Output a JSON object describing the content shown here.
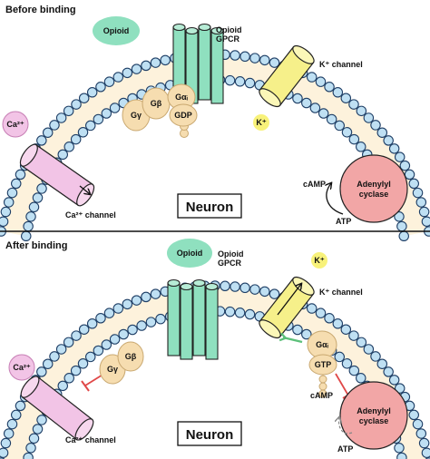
{
  "panels": [
    {
      "heading": "Before binding",
      "opioid_label": "Opioid",
      "gpcr_label": "Opioid\nGPCR",
      "k_channel_label": "K⁺ channel",
      "k_ion_label": "K⁺",
      "ca_ion_label": "Ca²⁺",
      "ca_channel_label": "Ca²⁺ channel",
      "neuron_label": "Neuron",
      "camp_label": "cAMP",
      "atp_label": "ATP",
      "adenylyl_label": "Adenylyl\ncyclase",
      "g_gamma_label": "Gγ",
      "g_beta_label": "Gβ",
      "g_alpha_label": "Gαᵢ",
      "gdp_label": "GDP"
    },
    {
      "heading": "After binding",
      "opioid_label": "Opioid",
      "gpcr_label": "Opioid\nGPCR",
      "k_channel_label": "K⁺ channel",
      "k_ion_label": "K⁺",
      "ca_ion_label": "Ca²⁺",
      "ca_channel_label": "Ca²⁺ channel",
      "neuron_label": "Neuron",
      "camp_label": "cAMP",
      "atp_label": "ATP",
      "adenylyl_label": "Adenylyl\ncyclase",
      "g_gamma_label": "Gγ",
      "g_beta_label": "Gβ",
      "g_alpha_label": "Gαᵢ",
      "gtp_label": "GTP"
    }
  ],
  "colors": {
    "membrane_bead": "#bfe0f3",
    "membrane_stroke": "#1f3f66",
    "membrane_fill": "#fdf2dc",
    "gpcr": "#8fe0bf",
    "opioid": "#8fe0bf",
    "k_channel": "#f6f08a",
    "ca_channel": "#f2c4e6",
    "ca_ion": "#f2c4e6",
    "k_ion": "#f8f27a",
    "adenylyl_cyclase": "#f2a6a6",
    "g_protein": "#f6ddb0",
    "divider": "#111111",
    "activation_arrow": "#5cc07a",
    "inhibition": "#e04848"
  }
}
